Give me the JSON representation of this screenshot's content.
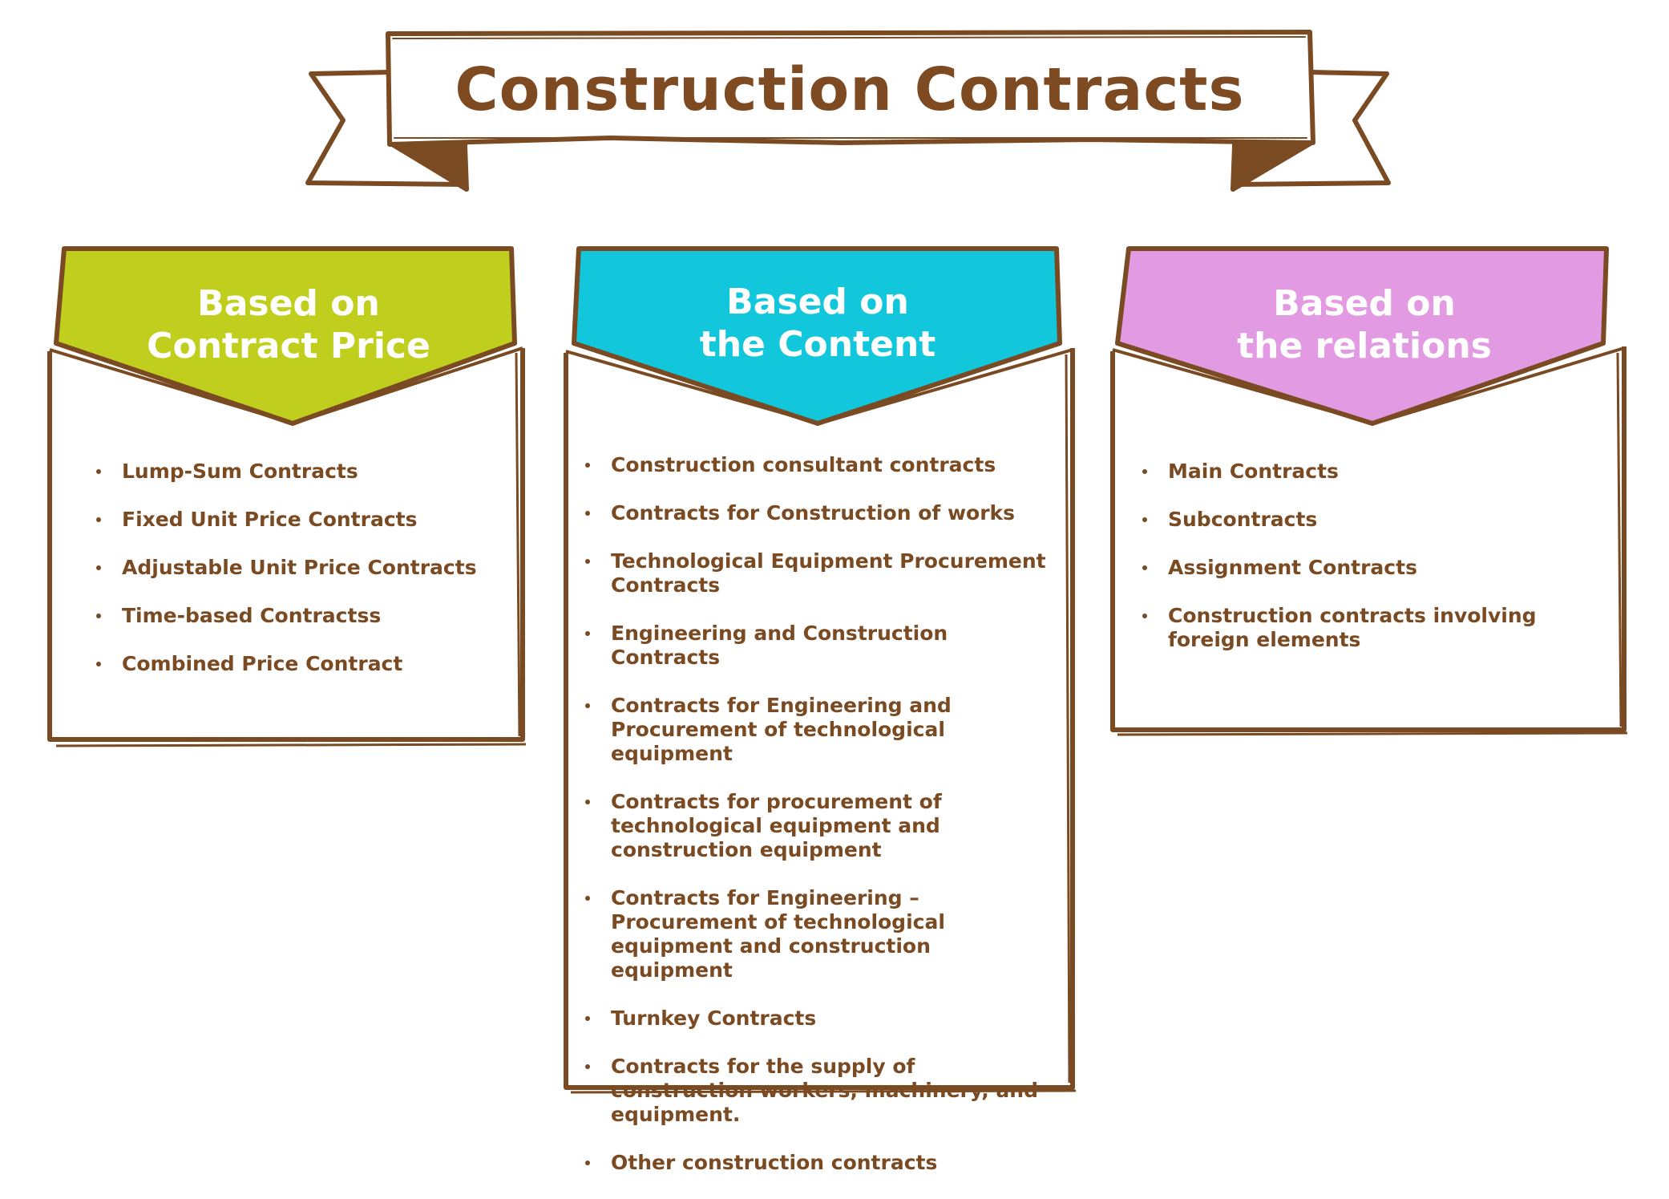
{
  "title": "Construction Contracts",
  "colors": {
    "stroke": "#7a4a23",
    "price_header": "#c0cf1e",
    "content_header": "#12c6dc",
    "relations_header": "#e29ae2"
  },
  "columns": [
    {
      "heading_line1": "Based on",
      "heading_line2": "Contract Price",
      "items": [
        "Lump-Sum Contracts",
        "Fixed Unit Price Contracts",
        "Adjustable Unit Price Contracts",
        "Time-based Contractss",
        "Combined Price Contract"
      ]
    },
    {
      "heading_line1": "Based on",
      "heading_line2": "the Content",
      "items": [
        "Construction consultant contracts",
        "Contracts for Construction of works",
        "Technological Equipment Procurement Contracts",
        "Engineering and Construction Contracts",
        "Contracts for Engineering and Procurement of technological equipment",
        "Contracts for procurement of technological equipment and construction equipment",
        "Contracts for Engineering – Procurement of technological equipment and construction equipment",
        "Turnkey Contracts",
        "Contracts for the supply of construction workers, machinery, and equipment.",
        "Other construction contracts"
      ]
    },
    {
      "heading_line1": "Based on",
      "heading_line2": "the relations",
      "items": [
        "Main Contracts",
        "Subcontracts",
        "Assignment Contracts",
        "Construction contracts involving foreign elements"
      ]
    }
  ]
}
